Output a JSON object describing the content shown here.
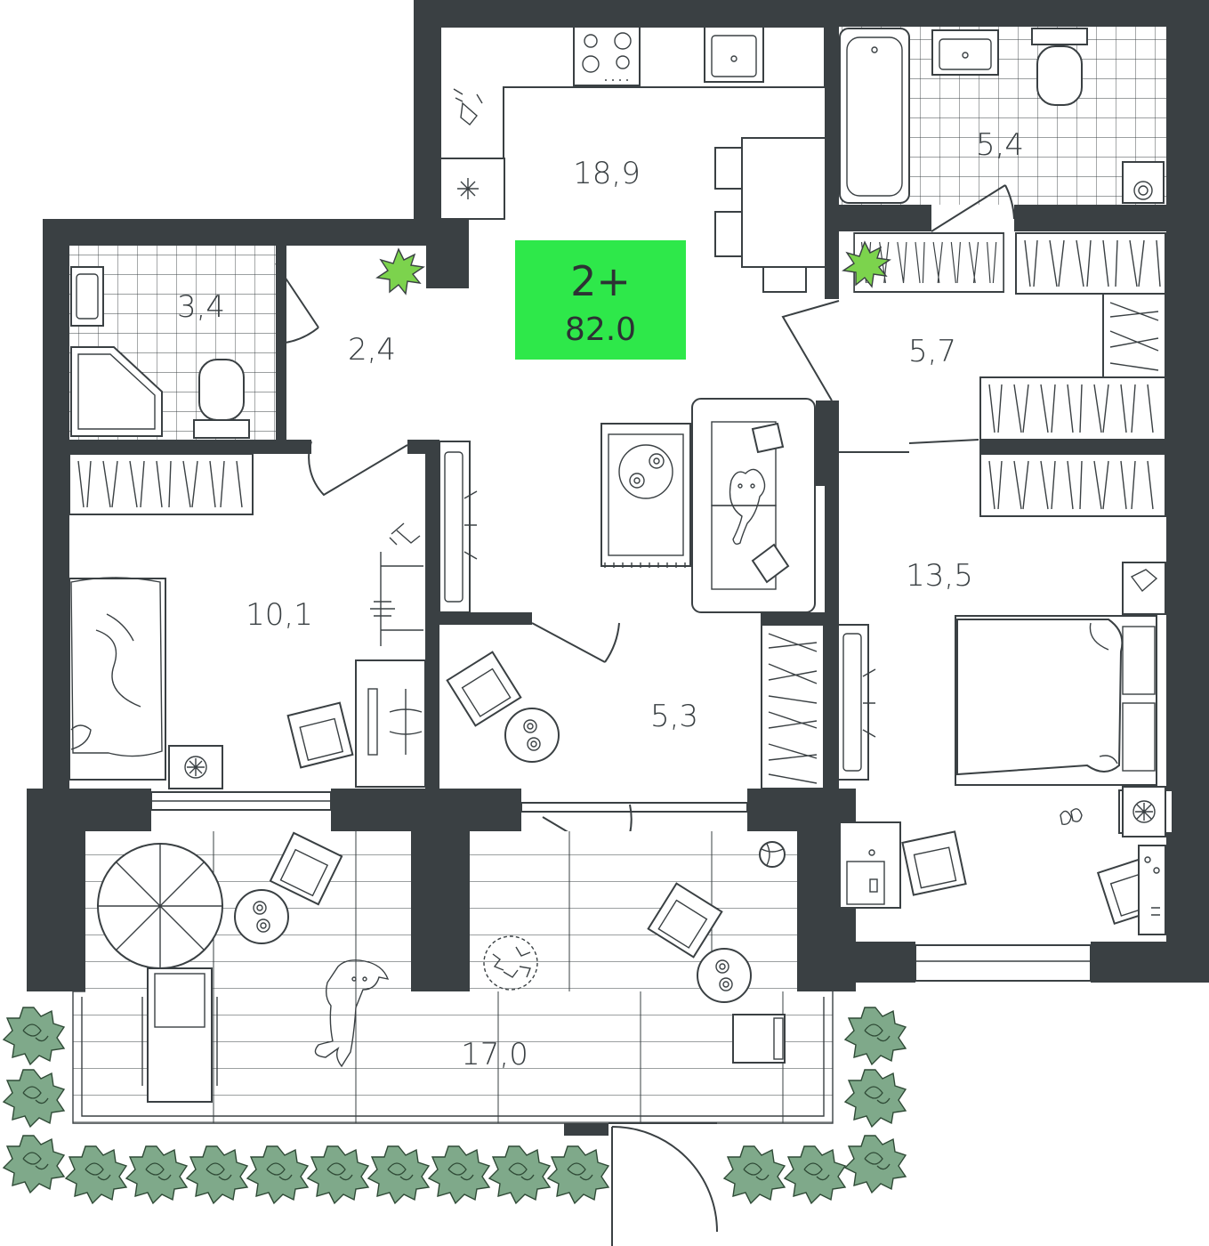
{
  "plan": {
    "badge": {
      "rooms": "2+",
      "total_area": "82.0",
      "color": "#2ee84a"
    },
    "rooms": [
      {
        "id": "kitchen-living",
        "area": "18,9"
      },
      {
        "id": "bathroom-main",
        "area": "5,4"
      },
      {
        "id": "bathroom-small",
        "area": "3,4"
      },
      {
        "id": "hallway",
        "area": "2,4"
      },
      {
        "id": "hall-right",
        "area": "5,7"
      },
      {
        "id": "bedroom-left",
        "area": "10,1"
      },
      {
        "id": "bedroom-right",
        "area": "13,5"
      },
      {
        "id": "vestibule",
        "area": "5,3"
      },
      {
        "id": "terrace",
        "area": "17,0"
      }
    ],
    "colors": {
      "wall": "#3a4043",
      "greenery": "#7fa98a"
    }
  }
}
